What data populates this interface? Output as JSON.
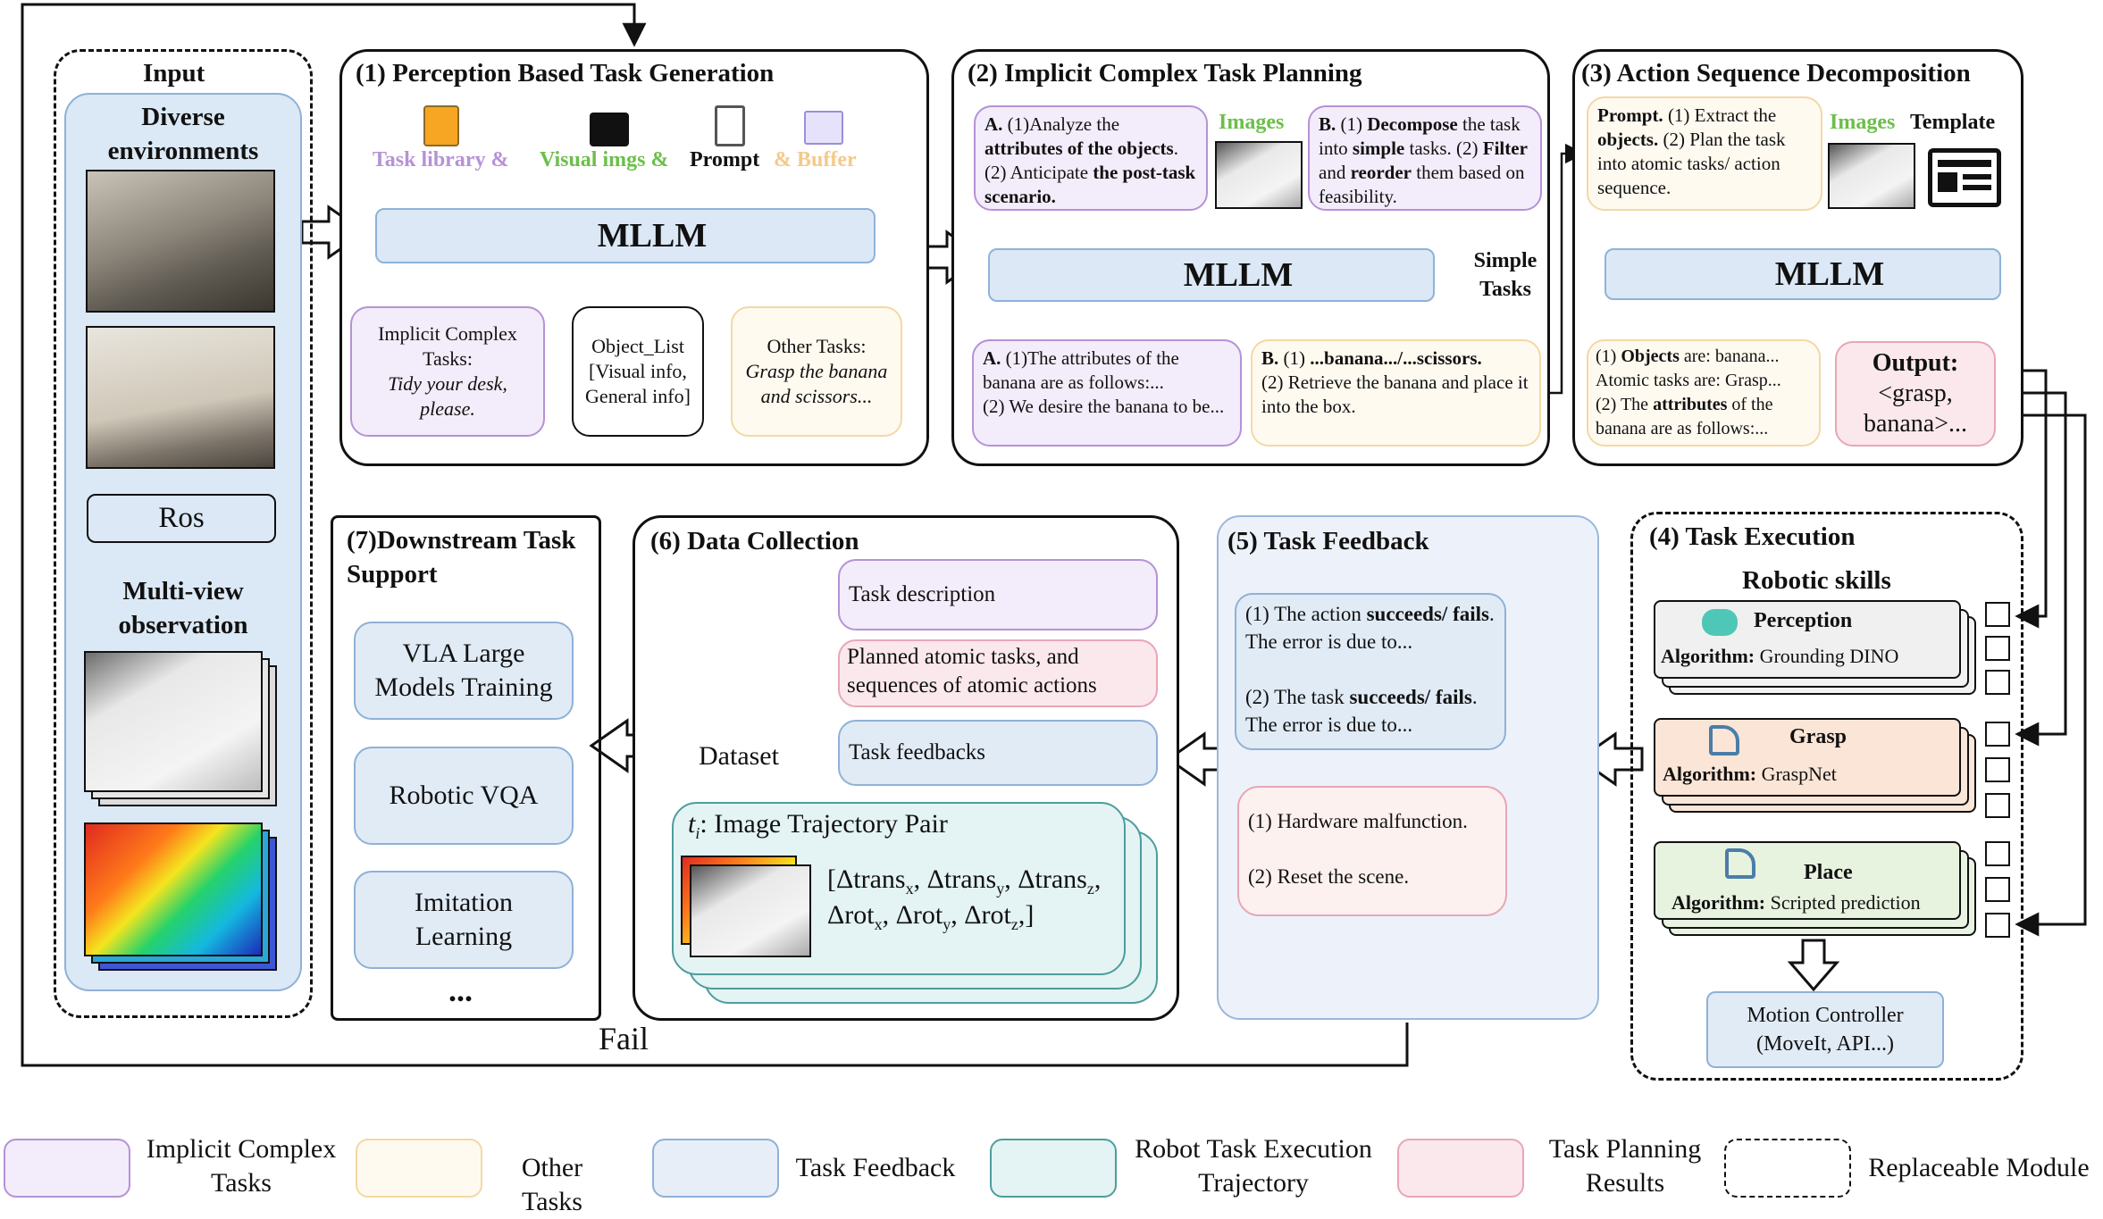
{
  "input": {
    "title": "Input",
    "diverse": "Diverse environments",
    "ros": "Ros",
    "multiview": "Multi-view observation"
  },
  "p1": {
    "title": "(1) Perception Based Task Generation",
    "task_library": "Task library &",
    "visual_imgs": "Visual imgs &",
    "prompt": "Prompt",
    "buffer": "& Buffer",
    "mllm": "MLLM",
    "implicit_a": "Implicit Complex Tasks:",
    "implicit_b": "Tidy your desk, please.",
    "object_list_a": "Object_List",
    "object_list_b": "[Visual info, General info]",
    "other_a": "Other Tasks:",
    "other_b": "Grasp the banana and scissors..."
  },
  "p2": {
    "title": "(2) Implicit Complex Task Planning",
    "a_prefix": "A.",
    "a_1": "(1)Analyze the",
    "a_2": "attributes of the objects",
    "a_3": "(2) Anticipate",
    "a_4": "the post-task scenario.",
    "images": "Images",
    "b_prefix": "B.",
    "b_1": "(1)",
    "b_2": "Decompose",
    "b_3": "the task into",
    "b_4": "simple",
    "b_5": "tasks.",
    "b_6": "(2)",
    "b_7": "Filter",
    "b_8": "and",
    "b_9": "reorder",
    "b_10": "them based on feasibility.",
    "mllm": "MLLM",
    "simple_tasks": "Simple Tasks",
    "ra_1": "(1)The attributes of the banana are as follows:...",
    "ra_2": "(2) We desire the banana to be...",
    "rb_1": "...banana.../...scissors.",
    "rb_2": "(2) Retrieve the banana and place it into the box."
  },
  "p3": {
    "title": "(3) Action Sequence Decomposition",
    "prompt_b": "Prompt.",
    "prompt_1": "(1) Extract the",
    "prompt_2": "objects.",
    "prompt_3": "(2) Plan the task into atomic tasks/ action sequence.",
    "images": "Images",
    "template": "Template",
    "mllm": "MLLM",
    "res_1": "(1)",
    "res_2": "Objects",
    "res_3": "are: banana...",
    "res_4": "Atomic tasks are: Grasp...",
    "res_5": "(2) The",
    "res_6": "attributes",
    "res_7": "of the banana are as follows:...",
    "output_title": "Output:",
    "output_body": "<grasp, banana>..."
  },
  "p4": {
    "title": "(4) Task Execution",
    "robotic_skills": "Robotic skills",
    "perception": "Perception",
    "perception_alg_label": "Algorithm:",
    "perception_alg": "Grounding DINO",
    "grasp": "Grasp",
    "grasp_alg_label": "Algorithm:",
    "grasp_alg": "GraspNet",
    "place": "Place",
    "place_alg_label": "Algorithm:",
    "place_alg": "Scripted  prediction",
    "motion": "Motion Controller (MoveIt, API...)"
  },
  "p5": {
    "title": "(5) Task Feedback",
    "fb_1": "(1) The action",
    "fb_2": "succeeds/ fails",
    "fb_3": ". The error is due to...",
    "fb_4": "(2) The task",
    "fb_5": "succeeds/ fails",
    "fb_6": ". The error is due to...",
    "hw_1": "(1) Hardware malfunction.",
    "hw_2": "(2) Reset the scene."
  },
  "p6": {
    "title": "(6) Data Collection",
    "dataset": "Dataset",
    "task_desc": "Task description",
    "planned": "Planned atomic tasks, and sequences of atomic actions",
    "feedbacks": "Task feedbacks",
    "traj_title": "Image Trajectory Pair",
    "traj_var": "t",
    "traj_sub": "i",
    "traj_colon": ":",
    "delta_line1": "[Δtrans_x, Δtrans_y, Δtrans_z,",
    "delta_line2": "Δrot_x, Δrot_y, Δrot_z,]"
  },
  "p7": {
    "title": "(7)Downstream Task Support",
    "vla": "VLA Large Models Training",
    "vqa": "Robotic VQA",
    "imitation": "Imitation Learning",
    "more": "..."
  },
  "fail": "Fail",
  "legend": [
    {
      "label": "Implicit Complex Tasks",
      "color": "#f3ecfa",
      "border": "#b592d6"
    },
    {
      "label": "Other Tasks",
      "color": "#fffaf0",
      "border": "#f4d8a4"
    },
    {
      "label": "Task Feedback",
      "color": "#e8eef8",
      "border": "#8fb1d6"
    },
    {
      "label": "Robot Task Execution Trajectory",
      "color": "#e4f3f3",
      "border": "#4e9d9d"
    },
    {
      "label": "Task Planning Results",
      "color": "#fbe8ec",
      "border": "#e8a6b6"
    },
    {
      "label": "Replaceable Module",
      "color": "#ffffff",
      "border": "#111111"
    }
  ],
  "colors": {
    "purple_text": "#b592d6",
    "green_text": "#6cbf4a",
    "orange_text": "#f4c98a"
  }
}
